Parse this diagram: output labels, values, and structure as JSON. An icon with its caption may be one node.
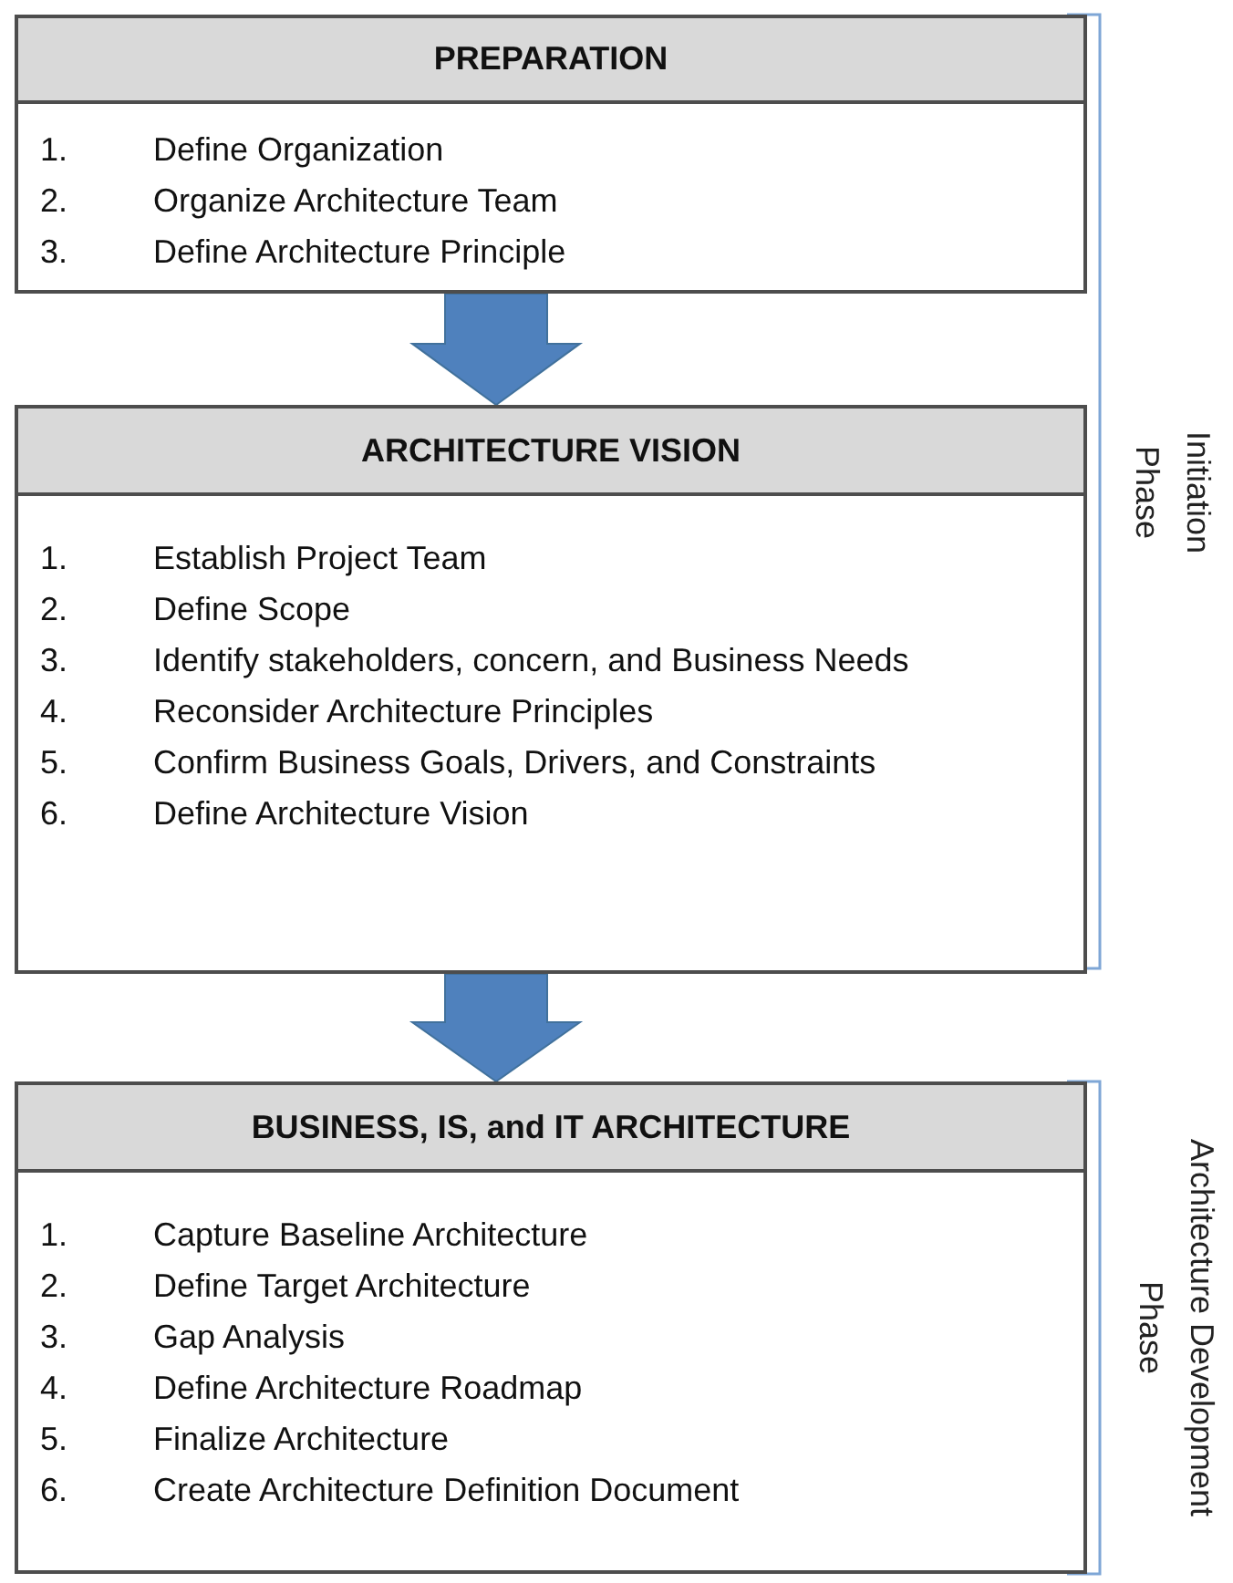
{
  "diagram": {
    "nodes": [
      {
        "text": [
          "PREPARATION",
          "1. Define Organization",
          "2. Organize Architecture Team",
          "3. Define Architecture Principle"
        ]
      },
      {
        "text": [
          "ARCHITECTURE VISION",
          "1. Establish Project Team",
          "2. Define Scope",
          "3. Identify stakeholders, concern, and Business Needs",
          "4. Reconsider Architecture Principles",
          "5. Confirm Business Goals, Drivers, and Constraints",
          "6. Define Architecture Vision"
        ]
      },
      {
        "text": [
          "BUSINESS, IS, and IT ARCHITECTURE",
          "1. Capture Baseline Architecture",
          "2. Define Target Architecture",
          "3. Gap Analysis",
          "4. Define Architecture Roadmap",
          "5. Finalize Architecture",
          "6. Create Architecture Definition Document"
        ]
      }
    ],
    "edges": [
      {
        "from": 0,
        "to": 1,
        "arrow": "to"
      },
      {
        "from": 1,
        "to": 2,
        "arrow": "to"
      }
    ],
    "labels": [
      "Initiation Phase",
      "Architecture Development Phase"
    ]
  }
}
